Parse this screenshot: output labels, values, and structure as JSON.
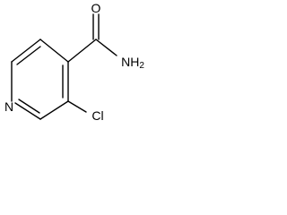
{
  "molecule": {
    "atoms": {
      "oxygen": "O",
      "amide_group": "NH2",
      "ring_nitrogen": "N",
      "chlorine": "Cl"
    },
    "colors": {
      "bond": "#000000",
      "label": "#000000",
      "background": "#ffffff"
    }
  }
}
